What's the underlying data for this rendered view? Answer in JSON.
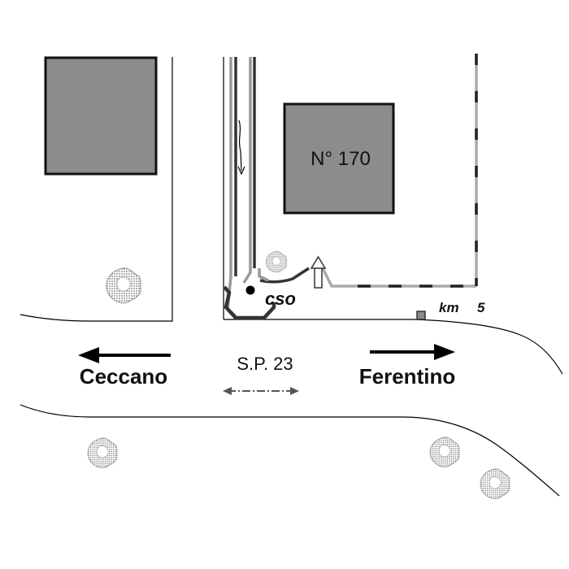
{
  "labels": {
    "building_number": "N° 170",
    "cso": "cso",
    "km_prefix": "km",
    "km_value": "5",
    "road": "S.P. 23",
    "west_town": "Ceccano",
    "east_town": "Ferentino"
  },
  "colors": {
    "building_fill": "#8c8c8c",
    "building_border": "#111111",
    "pipe_gray": "#999999",
    "pipe_dark": "#333333",
    "line": "#000000",
    "tree": "#888888"
  },
  "icons": {
    "flow_arrow": "down-arrow-icon",
    "outlet_arrow": "up-arrow-icon",
    "tree": "tree-icon",
    "km_marker": "km-marker-icon",
    "cso_point": "dot-icon"
  }
}
